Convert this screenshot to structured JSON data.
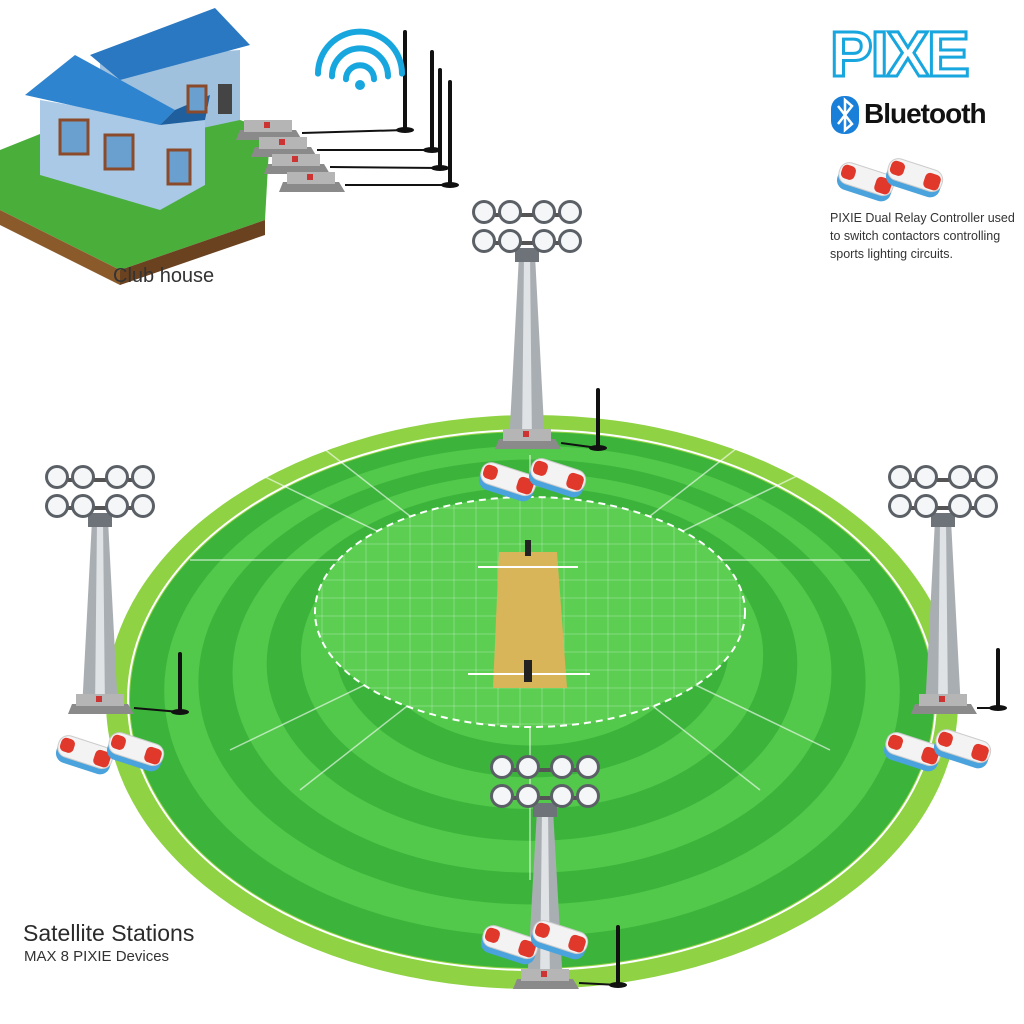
{
  "logo": {
    "brand": "PIXE",
    "protocol": "Bluetooth"
  },
  "legend": {
    "description": "PIXIE Dual Relay Controller used to switch contactors controlling sports lighting circuits."
  },
  "clubhouse": {
    "label": "Club house"
  },
  "satellite": {
    "title": "Satellite Stations",
    "subtitle": "MAX 8 PIXIE Devices"
  },
  "colors": {
    "field_dark": "#3cb43c",
    "field_light": "#52c94a",
    "outer_ring": "#8fd243",
    "pitch": "#d9b55a",
    "brand_blue": "#18a6df",
    "relay_red": "#e0382b"
  }
}
